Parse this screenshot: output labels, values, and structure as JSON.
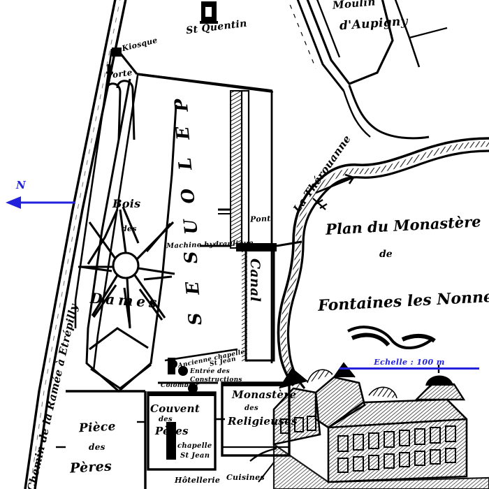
{
  "document": {
    "kind": "historical-hand-drawn-plan",
    "title_lines": [
      "Plan du Monastère",
      "de",
      "Fontaines les Nonnes"
    ],
    "background_color": "#ffffff",
    "ink_color": "#000000",
    "annotation_color": "#2222dd"
  },
  "compass": {
    "label": "N",
    "direction": "left",
    "color": "#2222dd"
  },
  "scale_bar": {
    "label": "Echelle : 100 m",
    "color": "#2222dd"
  },
  "title": {
    "line1": "Plan du Monastère",
    "line2": "de",
    "line3": "Fontaines les Nonnes"
  },
  "labels": {
    "st_quentin": "St Quentin",
    "moulin": "Moulin",
    "aupigny": "d'Aupigny",
    "kiosque": "Kiosque",
    "porte": "Porte",
    "pelouses": "PELOUSES",
    "pelouses_letters": [
      "P",
      "E",
      "L",
      "O",
      "U",
      "S",
      "E",
      "S"
    ],
    "bois": "Bois",
    "des1": "des",
    "dames": "Dames",
    "machine_hydraulique": "Machine hydraulique",
    "pont": "Pont",
    "canal": "Canal",
    "therouanne": "La Thérouanne",
    "chemin": "Chemin de la Ramée à Etrépilly",
    "piece": "Pièce",
    "des2": "des",
    "peres_field": "Pères",
    "colombier": "Colombier",
    "ancienne_chapelle": "Ancienne chapelle",
    "st_jean_1": "St Jean",
    "entree": "Entrée des",
    "constructions": "Constructions",
    "couvent": "Couvent",
    "des3": "des",
    "peres_convent": "Pères",
    "chapelle": "chapelle",
    "st_jean_2": "St Jean",
    "monastere": "Monastère",
    "des4": "des",
    "religieuses": "Religieuses",
    "hotellerie": "Hôtellerie",
    "cuisines": "Cuisines"
  },
  "markers": {
    "kiosque_marker": "square-marker",
    "colombier_marker": "round-marker",
    "chapelle_marker": "round-marker",
    "entree_marker": "round-marker"
  }
}
